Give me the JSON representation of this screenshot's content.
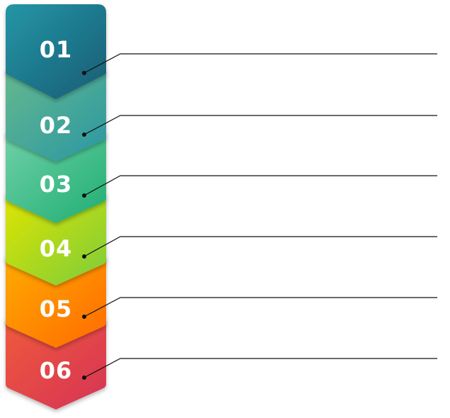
{
  "steps": [
    {
      "label": "01",
      "color_start": "#2196a6",
      "color_end": "#1d5b74"
    },
    {
      "label": "02",
      "color_start": "#64b88f",
      "color_end": "#2a97a2"
    },
    {
      "label": "03",
      "color_start": "#6fd0a8",
      "color_end": "#1fae72"
    },
    {
      "label": "04",
      "color_start": "#dfe500",
      "color_end": "#7ccc3c"
    },
    {
      "label": "05",
      "color_start": "#ffab00",
      "color_end": "#ff6a00"
    },
    {
      "label": "06",
      "color_start": "#f05a3c",
      "color_end": "#d63355"
    }
  ],
  "colors": {
    "label_text": "#ffffff",
    "connector_line": "#111111",
    "shadow": "#000000"
  }
}
